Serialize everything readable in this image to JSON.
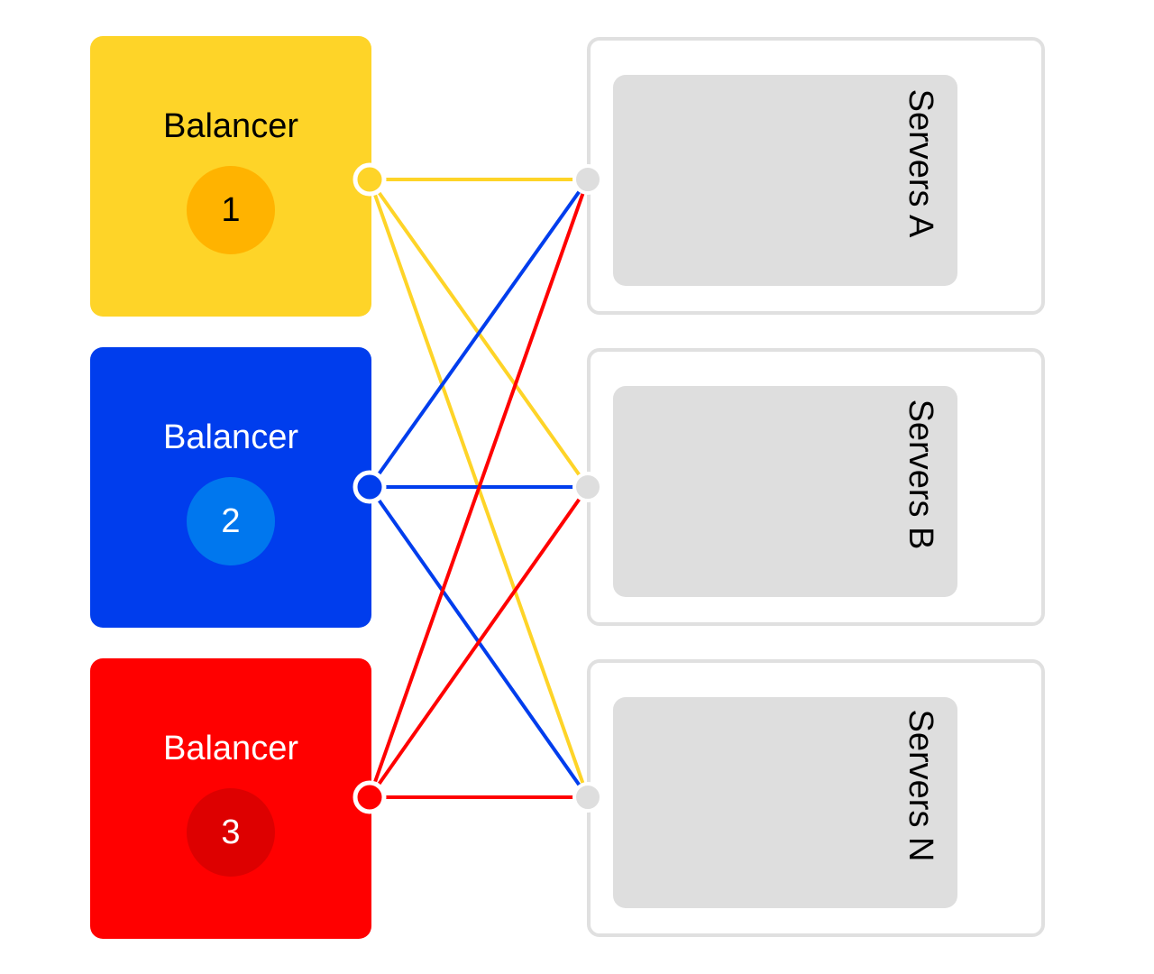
{
  "balancers": [
    {
      "label": "Balancer",
      "number": "1",
      "color": "#fed428",
      "badge_color": "#ffb300",
      "text_color": "#000000"
    },
    {
      "label": "Balancer",
      "number": "2",
      "color": "#003ded",
      "badge_color": "#0077ee",
      "text_color": "#ffffff"
    },
    {
      "label": "Balancer",
      "number": "3",
      "color": "#ff0000",
      "badge_color": "#dd0000",
      "text_color": "#ffffff"
    }
  ],
  "server_groups": [
    {
      "label": "Servers A"
    },
    {
      "label": "Servers B"
    },
    {
      "label": "Servers N"
    }
  ],
  "connections": [
    {
      "from": 0,
      "to": 0
    },
    {
      "from": 0,
      "to": 1
    },
    {
      "from": 0,
      "to": 2
    },
    {
      "from": 1,
      "to": 0
    },
    {
      "from": 1,
      "to": 1
    },
    {
      "from": 1,
      "to": 2
    },
    {
      "from": 2,
      "to": 0
    },
    {
      "from": 2,
      "to": 1
    },
    {
      "from": 2,
      "to": 2
    }
  ],
  "colors": {
    "server_border": "#e0e0e0",
    "server_panel": "#dedede",
    "server_port": "#dedede"
  }
}
